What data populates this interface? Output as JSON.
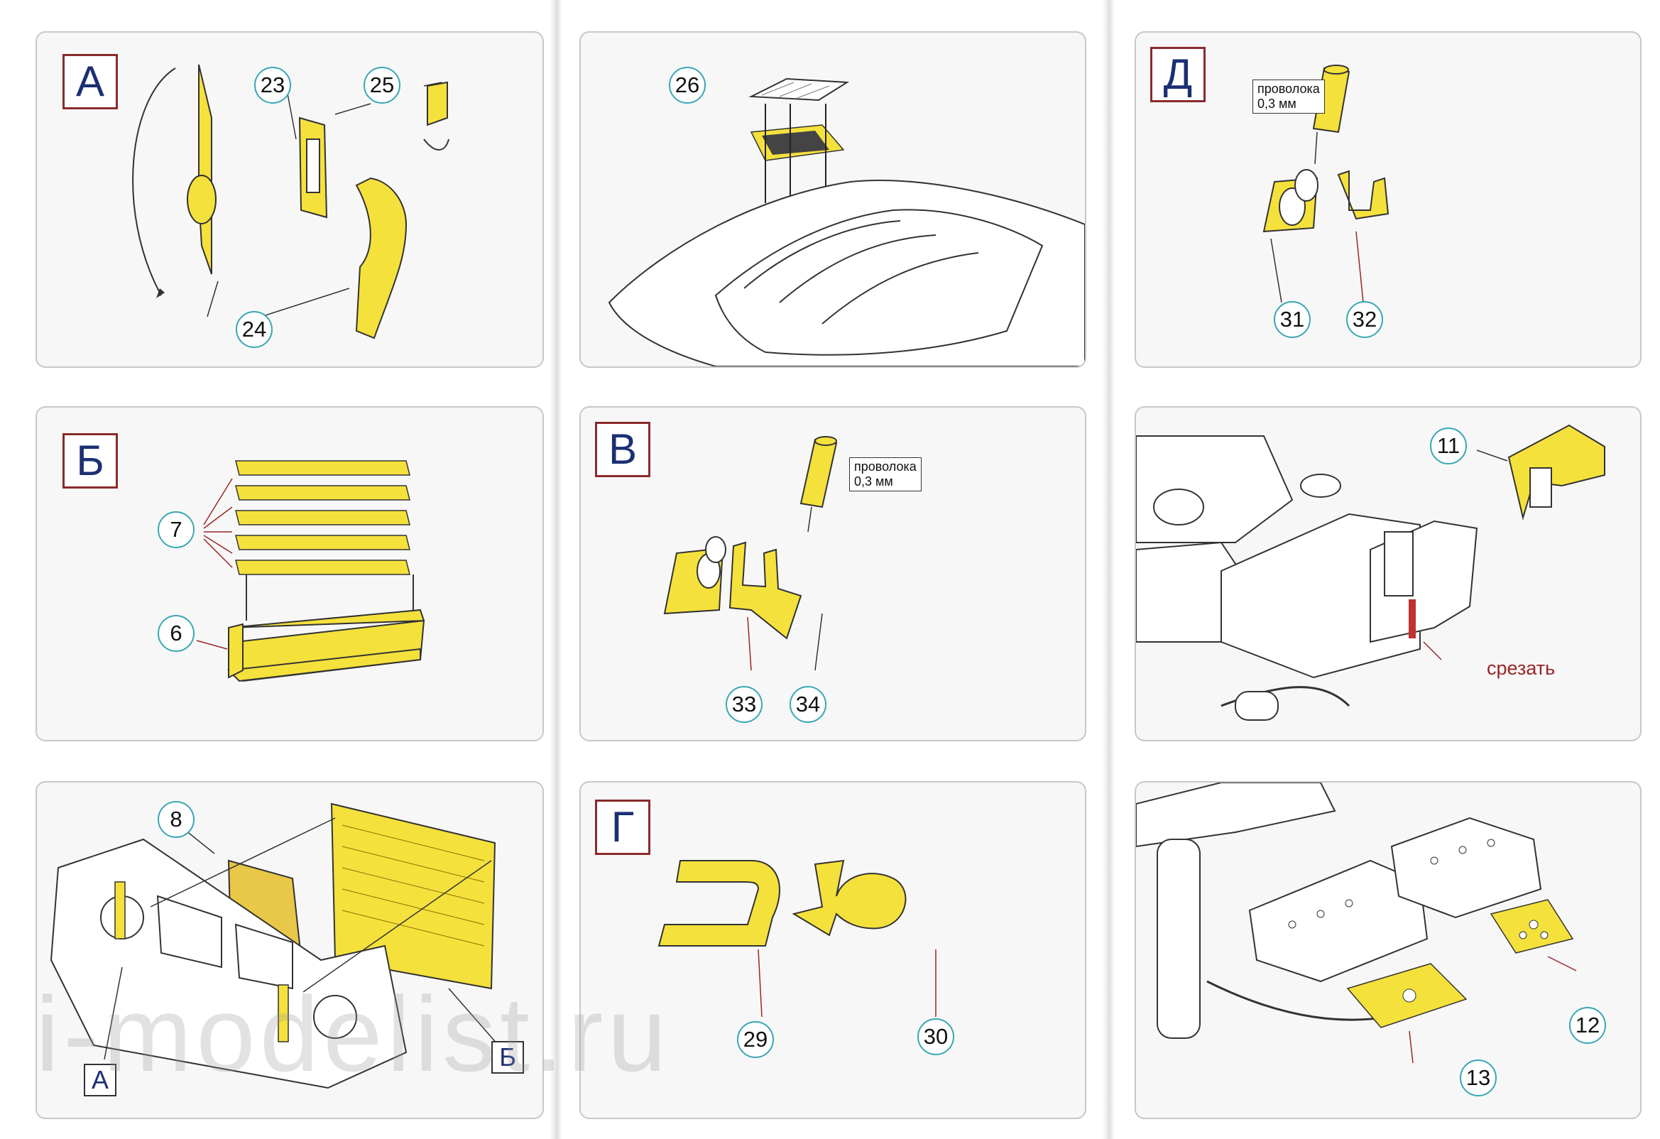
{
  "panels": {
    "A": {
      "label": "А",
      "callouts": [
        "23",
        "25",
        "24"
      ]
    },
    "hood": {
      "callouts": [
        "26"
      ]
    },
    "D": {
      "label": "Д",
      "wire": [
        "проволока",
        "0,3 мм"
      ],
      "callouts": [
        "31",
        "32"
      ]
    },
    "B": {
      "label": "Б",
      "callouts": [
        "7",
        "6"
      ]
    },
    "V": {
      "label": "В",
      "wire": [
        "проволока",
        "0,3 мм"
      ],
      "callouts": [
        "33",
        "34"
      ]
    },
    "hook": {
      "callouts": [
        "11"
      ],
      "cut_label": "срезать"
    },
    "grille": {
      "callouts": [
        "8"
      ],
      "sub_labels": [
        "А",
        "Б"
      ]
    },
    "G": {
      "label": "Г",
      "callouts": [
        "29",
        "30"
      ]
    },
    "battery": {
      "callouts": [
        "12",
        "13"
      ]
    }
  },
  "watermark": "i-modelist.ru",
  "colors": {
    "part_fill": "#f5e13c",
    "part_edge": "#b9a000",
    "letter_frame": "#8a2b2b",
    "callout_ring": "#39a6b5",
    "cut_mark": "#c0322f"
  }
}
